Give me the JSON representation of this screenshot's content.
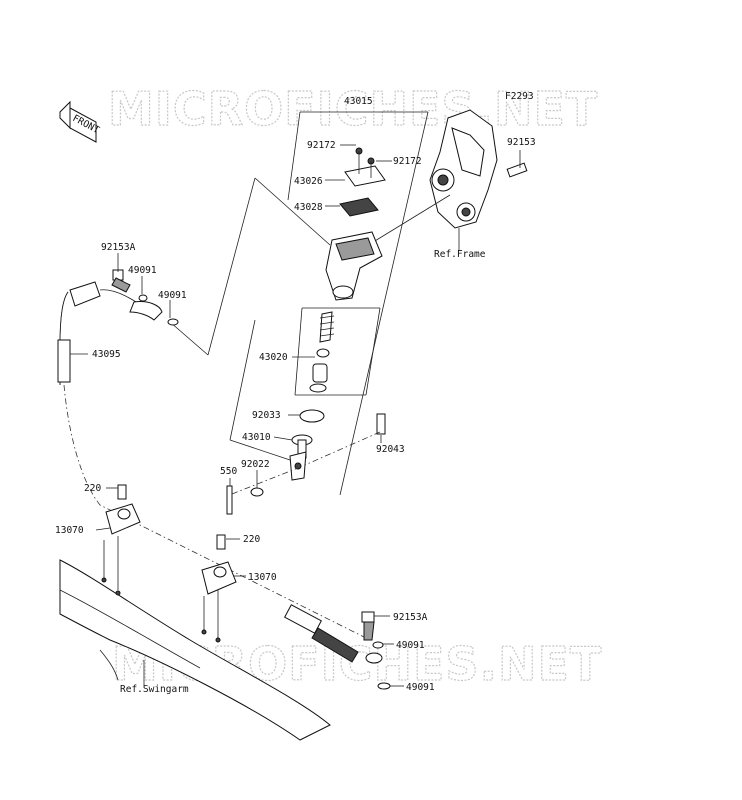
{
  "watermark": "MICROFICHES.NET",
  "figure_code": "F2293",
  "front_label": "FRONT",
  "ref_labels": {
    "frame": "Ref.Frame",
    "swingarm": "Ref.Swingarm"
  },
  "callouts": {
    "c43015": "43015",
    "c92172a": "92172",
    "c92172b": "92172",
    "c43026": "43026",
    "c43028": "43028",
    "c92153": "92153",
    "c92153a_top": "92153A",
    "c49091_a": "49091",
    "c49091_b": "49091",
    "c43095": "43095",
    "c43020": "43020",
    "c92033": "92033",
    "c43010": "43010",
    "c92043": "92043",
    "c550": "550",
    "c92022": "92022",
    "c220_a": "220",
    "c13070_a": "13070",
    "c220_b": "220",
    "c13070_b": "13070",
    "c92153a_bot": "92153A",
    "c49091_c": "49091",
    "c49091_d": "49091"
  }
}
